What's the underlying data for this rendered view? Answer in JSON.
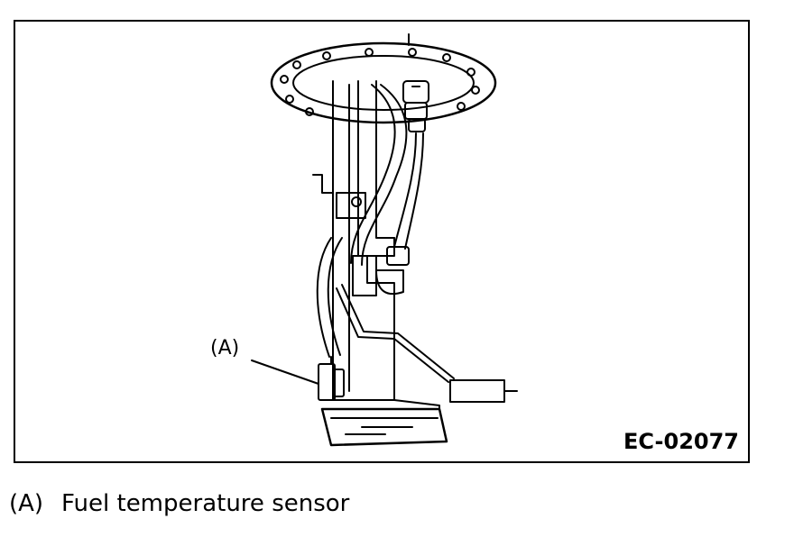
{
  "figure": {
    "code": "EC-02077",
    "callout_label": "(A)"
  },
  "legend": [
    {
      "key": "(A)",
      "text": "Fuel temperature sensor"
    }
  ]
}
